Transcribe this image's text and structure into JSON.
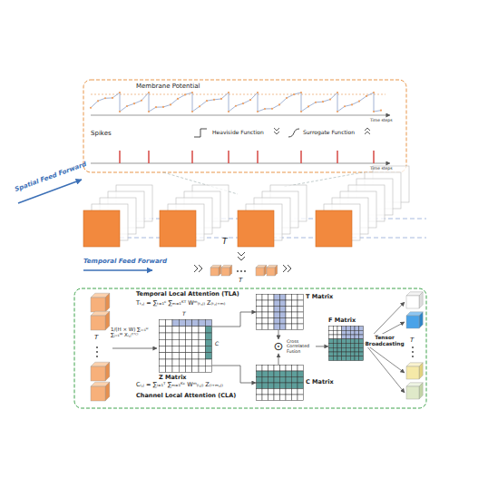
{
  "diagram": {
    "nodes": [
      {
        "text": [
          "Z Matrix"
        ]
      },
      {
        "text": [
          "T Matrix"
        ]
      },
      {
        "text": [
          "C Matrix"
        ]
      },
      {
        "text": [
          "⊙",
          "Cross Correlated Fusion"
        ]
      },
      {
        "text": [
          "F Matrix"
        ]
      }
    ],
    "edges": [
      {
        "from": 0,
        "to": 1,
        "arrow": "to"
      },
      {
        "from": 0,
        "to": 2,
        "arrow": "to"
      },
      {
        "from": 1,
        "to": 3,
        "arrow": "to"
      },
      {
        "from": 2,
        "to": 3,
        "arrow": "to"
      },
      {
        "from": 3,
        "to": 4,
        "arrow": "to"
      }
    ],
    "labels": [
      "Membrane Potential",
      "Time steps",
      "Spikes",
      "Heaviside Function",
      "Surrogate Function",
      "Time steps",
      "Spatial Feed Forward",
      "Temporal Feed Forward",
      "T",
      "T",
      "Temporal Local Attention (TLA)",
      "Tₜ,ⱼ = ∑ₜ₌₁ᶜ ∑ₘ₌₁ᴷᵀ Wᵐ₍ₜ,ⱼ₎ Z₍ₜ,ⱼ₊ₘ₎",
      "T",
      "1/(H × W) ∑ᵢ₌₁ᴴ ∑ⱼ₌₁ᵂ Xᵢ,ⱼ⁽ᵗ'ᶜ⁾",
      "T",
      "C",
      "Cᵢ,ⱼ = ∑ᵢ₌₁ᵀ ∑ₘ₌₁ᴷᶜ Wᵐ₍ᵢ,ⱼ₎ Z₍ᵢ₊ₘ,ⱼ₎",
      "Channel Local Attention (CLA)",
      "Tensor Broadcasting",
      "T"
    ]
  }
}
